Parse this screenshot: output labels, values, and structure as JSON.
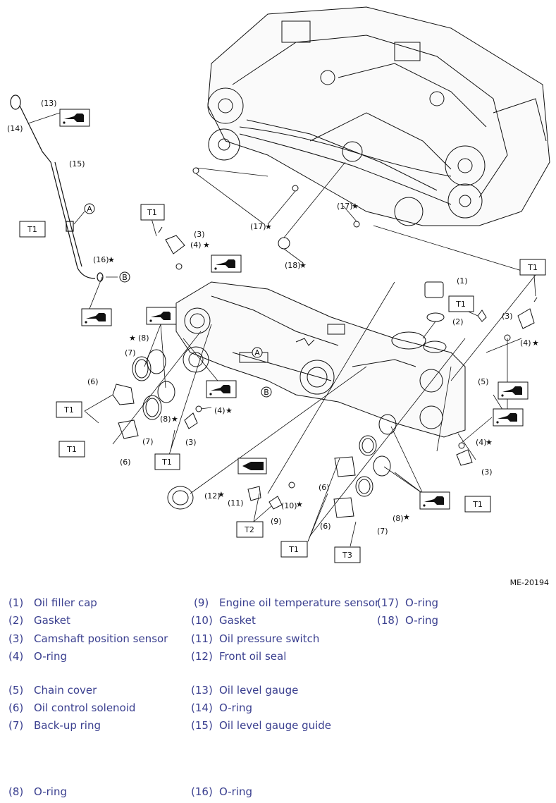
{
  "figure_code": "ME-20194",
  "tags": {
    "t1": "T1",
    "t2": "T2",
    "t3": "T3",
    "a": "A",
    "b": "B",
    "star": "★"
  },
  "callouts": {
    "c1": "(1)",
    "c2": "(2)",
    "c3": "(3)",
    "c4": "(4)",
    "c5": "(5)",
    "c6": "(6)",
    "c7": "(7)",
    "c8": "(8)",
    "c9": "(9)",
    "c10": "(10)",
    "c11": "(11)",
    "c12": "(12)",
    "c13": "(13)",
    "c14": "(14)",
    "c15": "(15)",
    "c16": "(16)",
    "c17": "(17)",
    "c18": "(18)"
  },
  "legend": [
    {
      "num": "(1)",
      "label": "Oil filler cap"
    },
    {
      "num": "(2)",
      "label": "Gasket"
    },
    {
      "num": "(3)",
      "label": "Camshaft position sensor"
    },
    {
      "num": "(4)",
      "label": "O-ring"
    },
    {
      "num": "(5)",
      "label": "Chain cover"
    },
    {
      "num": "(6)",
      "label": "Oil control solenoid"
    },
    {
      "num": "(7)",
      "label": "Back-up ring"
    },
    {
      "num": "(8)",
      "label": "O-ring"
    },
    {
      "num": "(9)",
      "label": "Engine oil temperature sensor"
    },
    {
      "num": "(10)",
      "label": "Gasket"
    },
    {
      "num": "(11)",
      "label": "Oil pressure switch"
    },
    {
      "num": "(12)",
      "label": "Front oil seal"
    },
    {
      "num": "(13)",
      "label": "Oil level gauge"
    },
    {
      "num": "(14)",
      "label": "O-ring"
    },
    {
      "num": "(15)",
      "label": "Oil level gauge guide"
    },
    {
      "num": "(16)",
      "label": "O-ring"
    },
    {
      "num": "(17)",
      "label": "O-ring"
    },
    {
      "num": "(18)",
      "label": "O-ring"
    }
  ],
  "icons": [
    "oil-can-icon",
    "sealant-tube-icon"
  ],
  "colors": {
    "legend_text": "#3a3f8f",
    "line": "#111111"
  }
}
